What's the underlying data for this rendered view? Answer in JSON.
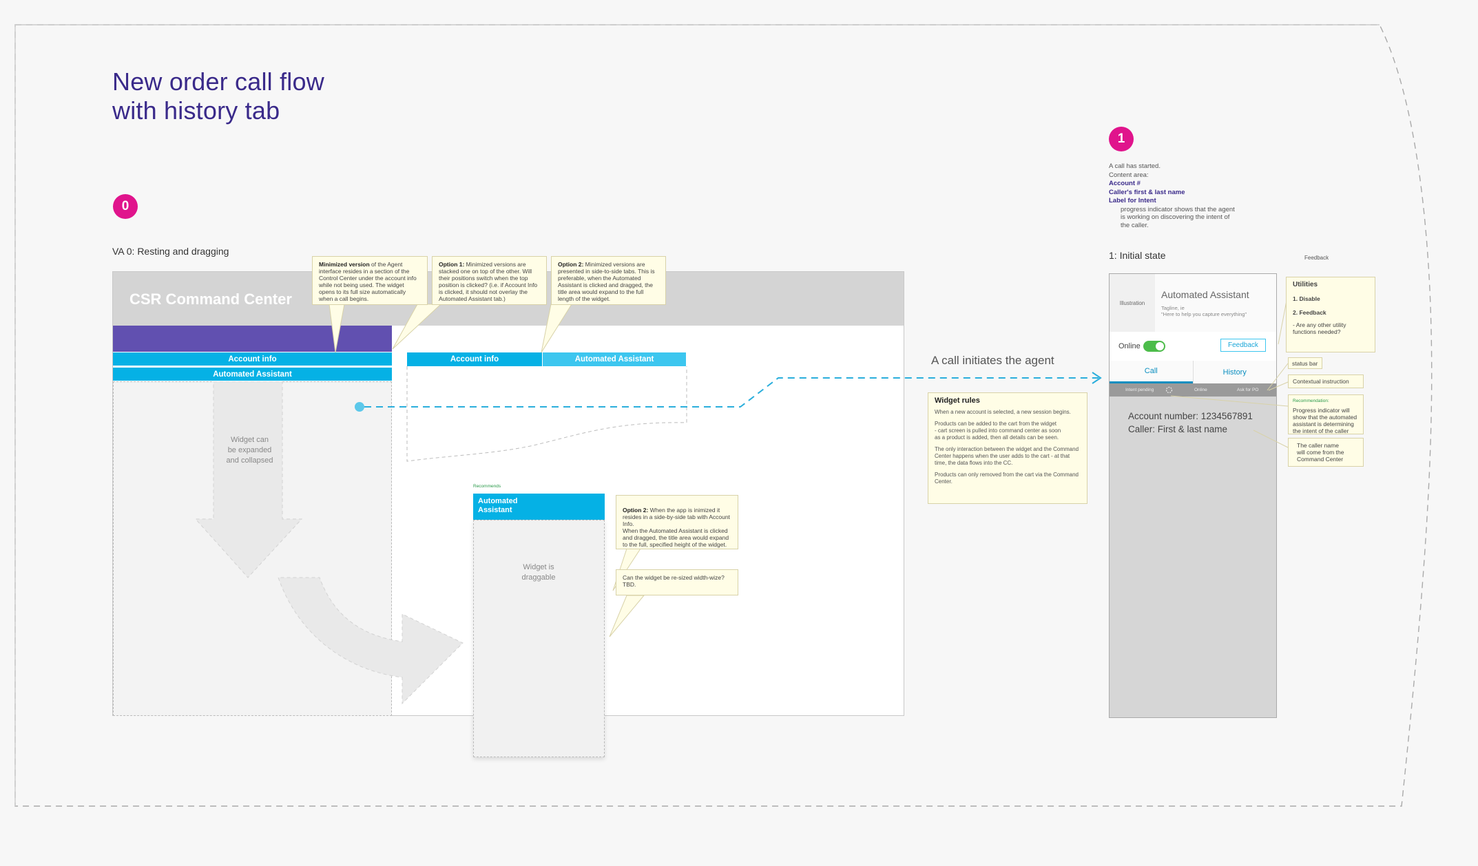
{
  "diagram": {
    "title": "New order call flow\nwith history tab",
    "step0": {
      "badge": "0",
      "label": "VA 0: Resting and dragging",
      "csr_title": "CSR Command Center",
      "account_info": "Account info",
      "automated_assistant": "Automated Assistant",
      "expand_hint": "Widget can\nbe expanded\nand  collapsed",
      "recommends": "Recommends",
      "drag_widget_title": "Automated\nAssistant",
      "drag_hint": "Widget is\ndraggable",
      "callout_min_bold": "Minimized version",
      "callout_min": " of the Agent interface resides in a section of the Control Center under the account info while not being used. The widget opens to its full size automatically when a call begins.",
      "callout_opt1_bold": "Option 1:",
      "callout_opt1": " Minimized versions are stacked one on top of the other. Will their positions switch when the top position is clicked? (i.e. if Account Info is clicked, it should not overlay the Automated Assistant tab.)",
      "callout_opt2_bold": "Option 2:",
      "callout_opt2": " Minimized versions are presented in side-to-side tabs. This is preferable, when the Automated Assistant is clicked and dragged, the title area would expand to the full length of the widget.",
      "callout_opt2b_bold": "Option 2:",
      "callout_opt2b": " When the app is inimized it resides in a side-by-side tab with Account Info.\nWhen the Automated Assistant is clicked and dragged, the title area would expand to the full, specified height of the widget.",
      "callout_resize": "Can the widget be re-sized width-wize? TBD."
    },
    "connector": {
      "label": "A call initiates the agent"
    },
    "rules": {
      "title": "Widget rules",
      "p1": "When a new account is selected, a new session begins.",
      "p2": "Products can be added to the cart from the widget\n- cart screen is pulled into command center as soon\n  as a product is added, then all details can be seen.",
      "p3": "The only interaction between the widget and the Command Center happens when the user adds to the cart - at that time, the data flows into the CC.",
      "p4": "Products can only removed from the cart via the Command Center."
    },
    "step1": {
      "badge": "1",
      "intro": "A call has started.",
      "content_area": "Content area:",
      "item_account": "Account #",
      "item_caller": "Caller's first & last name",
      "item_intent": "Label for Intent",
      "progress_note": "progress indicator shows that the agent\nis working on discovering the intent of\nthe caller.",
      "label": "1: Initial state",
      "feedback_top": "Feedback"
    },
    "widget": {
      "illustration": "Illustration",
      "title": "Automated Assistant",
      "tagline": "Tagline, ie\n\"Here to help you capture everything\"",
      "online": "Online",
      "feedback_btn": "Feedback",
      "tab_call": "Call",
      "tab_history": "History",
      "status_intent": "Intent pending",
      "status_online": "Online",
      "status_ask": "Ask for PO",
      "account_number": "Account number: 1234567891",
      "caller": "Caller: First & last name"
    },
    "notes": {
      "utilities_title": "Utilities",
      "util_1": "1. Disable",
      "util_2": "2. Feedback",
      "util_q": "- Are any other utility\n  functions needed?",
      "status_bar": "status bar",
      "contextual": "Contextual instruction",
      "recommendation": "Recommendation:",
      "progress": "Progress indicator will show that the automated assistant is determining the intent of the caller",
      "caller_name": "The caller name\nwill come from the\nCommand Center"
    }
  }
}
